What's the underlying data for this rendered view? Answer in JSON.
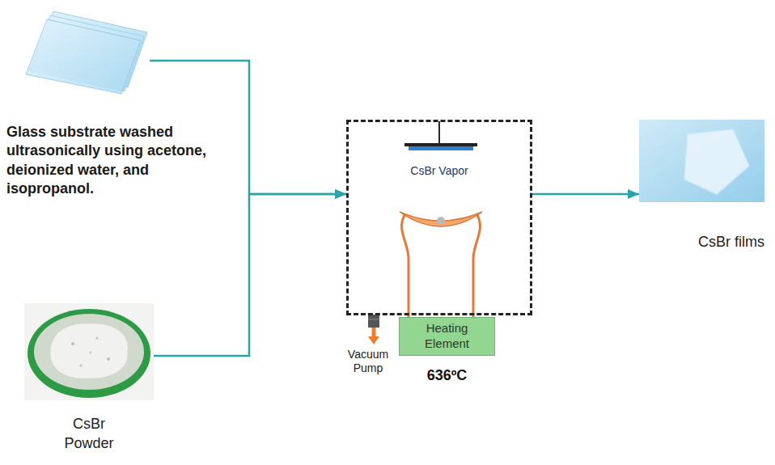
{
  "diagram": {
    "nodes": [
      {
        "text": [
          "Glass substrate washed ultrasonically using acetone, deionized water, and isopropanol."
        ]
      },
      {
        "text": [
          "CsBr Powder"
        ]
      },
      {
        "text": [
          "CsBr Vapor"
        ]
      },
      {
        "text": [
          "Heating Element"
        ]
      },
      {
        "text": [
          "CsBr films"
        ]
      }
    ],
    "edges": [
      {
        "from": 0,
        "to": 2,
        "arrow": "to"
      },
      {
        "from": 1,
        "to": 2,
        "arrow": "to"
      },
      {
        "from": 2,
        "to": 4,
        "arrow": "to"
      }
    ],
    "labels": [
      "Vacuum Pump",
      "636ºC"
    ]
  }
}
